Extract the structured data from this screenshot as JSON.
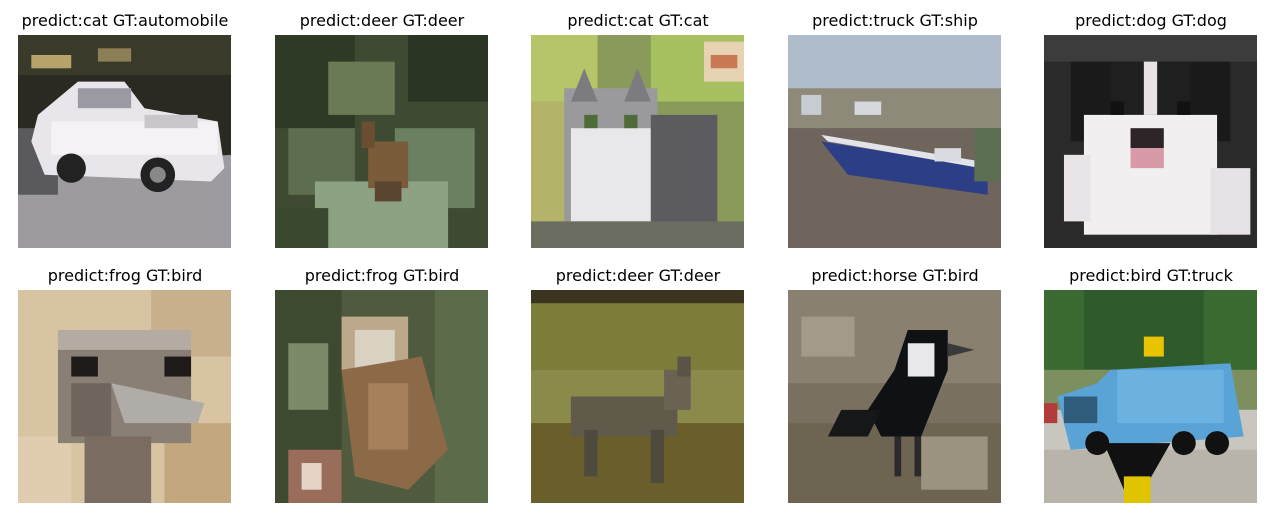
{
  "figure": {
    "panels": [
      {
        "caption": "predict:cat GT:automobile",
        "scene": "automobile"
      },
      {
        "caption": "predict:deer GT:deer",
        "scene": "deer-forest"
      },
      {
        "caption": "predict:cat GT:cat",
        "scene": "cat"
      },
      {
        "caption": "predict:truck GT:ship",
        "scene": "ship"
      },
      {
        "caption": "predict:dog GT:dog",
        "scene": "dog"
      },
      {
        "caption": "predict:frog GT:bird",
        "scene": "ostrich"
      },
      {
        "caption": "predict:frog GT:bird",
        "scene": "owl"
      },
      {
        "caption": "predict:deer GT:deer",
        "scene": "deer-field"
      },
      {
        "caption": "predict:horse GT:bird",
        "scene": "magpie"
      },
      {
        "caption": "predict:bird GT:truck",
        "scene": "truck"
      }
    ]
  }
}
